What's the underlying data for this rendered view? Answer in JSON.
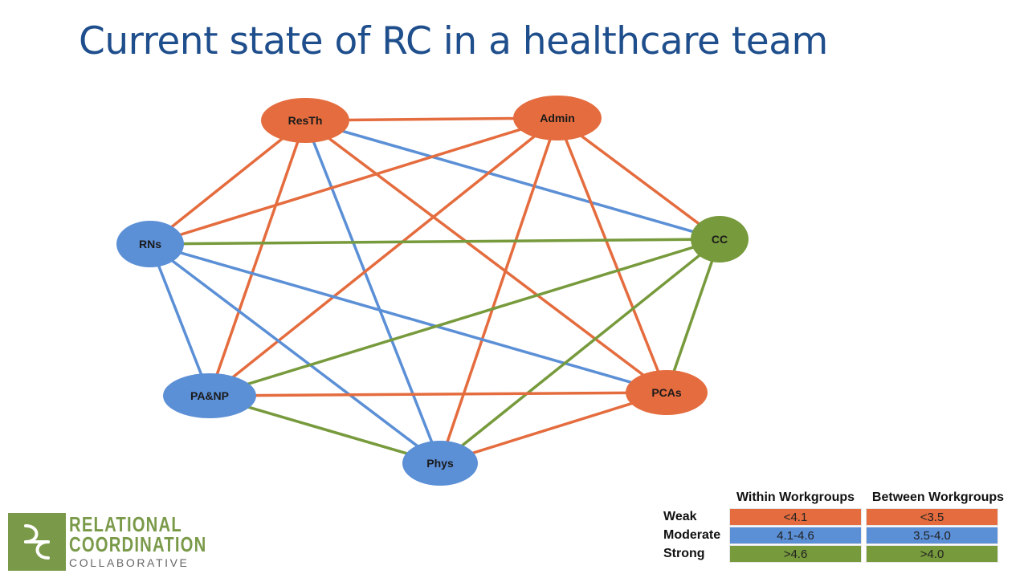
{
  "title": "Current state of RC in a healthcare team",
  "colors": {
    "weak": "#e46c3e",
    "moderate": "#5b8fd6",
    "strong": "#779a3c",
    "title": "#1f4e8c",
    "logo": "#7a9a4a"
  },
  "network": {
    "nodes": [
      {
        "id": "ResTh",
        "label": "ResTh",
        "level": "weak"
      },
      {
        "id": "Admin",
        "label": "Admin",
        "level": "weak"
      },
      {
        "id": "RNs",
        "label": "RNs",
        "level": "moderate"
      },
      {
        "id": "CC",
        "label": "CC",
        "level": "strong"
      },
      {
        "id": "PA&NP",
        "label": "PA&NP",
        "level": "moderate"
      },
      {
        "id": "PCAs",
        "label": "PCAs",
        "level": "weak"
      },
      {
        "id": "Phys",
        "label": "Phys",
        "level": "moderate"
      }
    ],
    "edges": [
      {
        "from": "ResTh",
        "to": "Admin",
        "level": "weak"
      },
      {
        "from": "ResTh",
        "to": "RNs",
        "level": "weak"
      },
      {
        "from": "ResTh",
        "to": "PA&NP",
        "level": "weak"
      },
      {
        "from": "ResTh",
        "to": "Phys",
        "level": "moderate"
      },
      {
        "from": "ResTh",
        "to": "CC",
        "level": "moderate"
      },
      {
        "from": "ResTh",
        "to": "PCAs",
        "level": "weak"
      },
      {
        "from": "Admin",
        "to": "RNs",
        "level": "weak"
      },
      {
        "from": "Admin",
        "to": "PA&NP",
        "level": "weak"
      },
      {
        "from": "Admin",
        "to": "Phys",
        "level": "weak"
      },
      {
        "from": "Admin",
        "to": "PCAs",
        "level": "weak"
      },
      {
        "from": "Admin",
        "to": "CC",
        "level": "weak"
      },
      {
        "from": "RNs",
        "to": "CC",
        "level": "strong"
      },
      {
        "from": "RNs",
        "to": "PA&NP",
        "level": "moderate"
      },
      {
        "from": "RNs",
        "to": "Phys",
        "level": "moderate"
      },
      {
        "from": "RNs",
        "to": "PCAs",
        "level": "moderate"
      },
      {
        "from": "CC",
        "to": "PA&NP",
        "level": "strong"
      },
      {
        "from": "CC",
        "to": "Phys",
        "level": "strong"
      },
      {
        "from": "CC",
        "to": "PCAs",
        "level": "strong"
      },
      {
        "from": "PA&NP",
        "to": "PCAs",
        "level": "weak"
      },
      {
        "from": "PA&NP",
        "to": "Phys",
        "level": "strong"
      },
      {
        "from": "PCAs",
        "to": "Phys",
        "level": "weak"
      }
    ]
  },
  "legend": {
    "col_within": "Within Workgroups",
    "col_between": "Between Workgroups",
    "rows": [
      {
        "label": "Weak",
        "within": "<4.1",
        "between": "<3.5",
        "level": "weak"
      },
      {
        "label": "Moderate",
        "within": "4.1-4.6",
        "between": "3.5-4.0",
        "level": "moderate"
      },
      {
        "label": "Strong",
        "within": ">4.6",
        "between": ">4.0",
        "level": "strong"
      }
    ]
  },
  "logo": {
    "line1": "RELATIONAL",
    "line2": "COORDINATION",
    "line3": "COLLABORATIVE"
  }
}
